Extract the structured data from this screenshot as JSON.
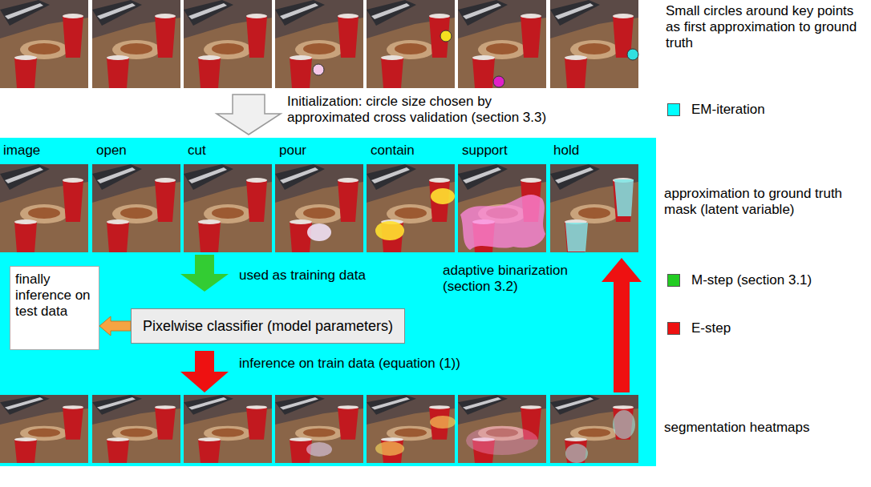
{
  "diagram": {
    "nodes": [
      {
        "text": [
          "Pixelwise classifier (model parameters)"
        ]
      },
      {
        "text": [
          "finally inference on test data"
        ]
      }
    ],
    "edges": [
      {
        "from": 0,
        "to": 1,
        "arrow": "to"
      }
    ],
    "labels": [
      "Small circles around key points as first approximation to ground truth",
      "Initialization: circle size chosen by approximated cross validation (section 3.3)",
      "image",
      "open",
      "cut",
      "pour",
      "contain",
      "support",
      "hold",
      "approximation to ground truth mask (latent variable)",
      "used as training data",
      "adaptive binarization (section 3.2)",
      "inference on train data (equation (1))",
      "segmentation heatmaps"
    ],
    "legend": [
      {
        "text": "EM-iteration",
        "color": "#00ffff"
      },
      {
        "text": "M-step (section 3.1)",
        "color": "#22cc22"
      },
      {
        "text": "E-step",
        "color": "#ee1111"
      }
    ]
  }
}
